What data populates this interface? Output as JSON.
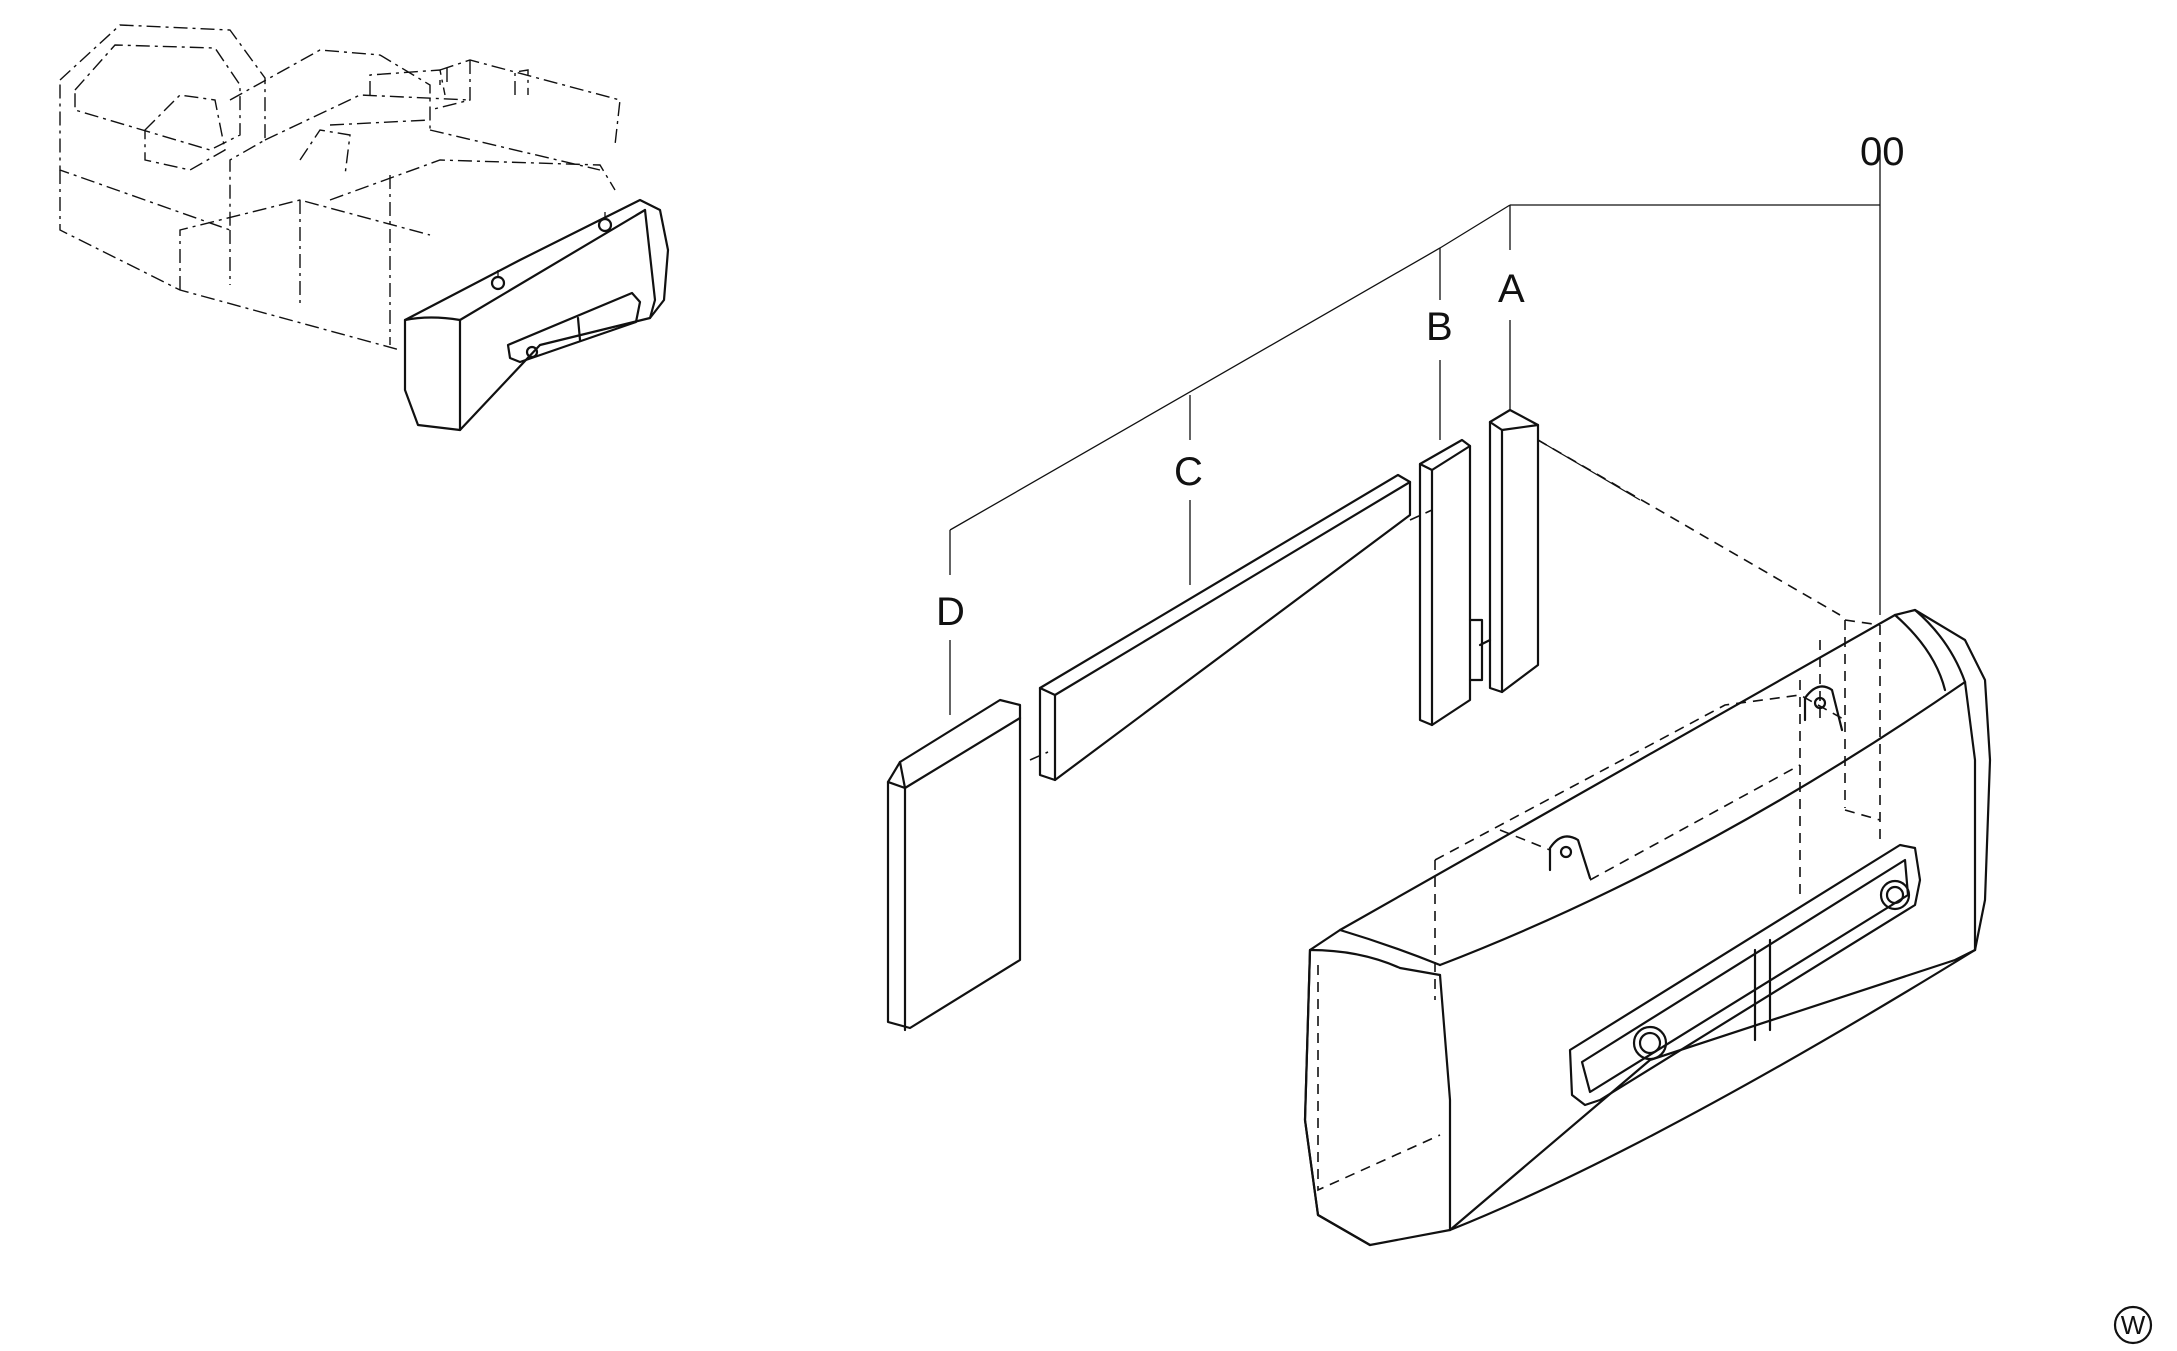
{
  "diagram": {
    "assembly_label": "00",
    "parts": [
      {
        "id": "A",
        "label": "A"
      },
      {
        "id": "B",
        "label": "B"
      },
      {
        "id": "C",
        "label": "C"
      },
      {
        "id": "D",
        "label": "D"
      }
    ],
    "corner_mark": "W"
  }
}
